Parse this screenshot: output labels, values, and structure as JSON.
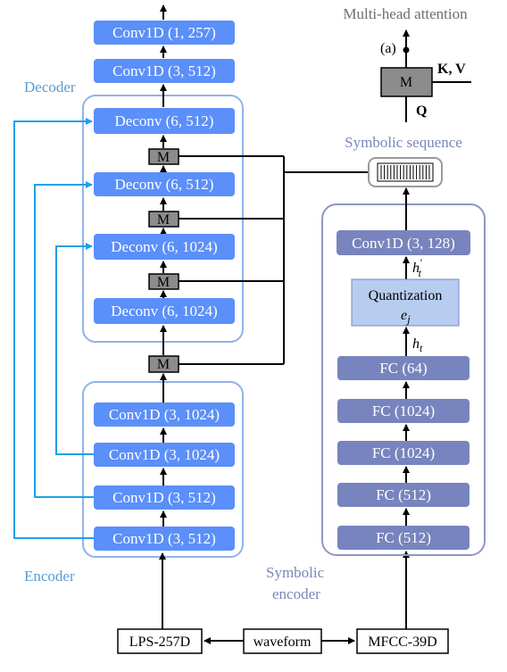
{
  "colors": {
    "layer_blue": "#5b8ff9",
    "group_outline_blue": "#8fb3e8",
    "skip_cyan": "#1fa0e8",
    "symbolic_layer": "#7884bd",
    "symbolic_outline": "#8f96c0",
    "quantization_fill": "#b7cdef",
    "mask_grey": "#8c8c8c",
    "title_grey": "#6e6e6e",
    "label_blue": "#5b9bd5",
    "label_slate": "#7a86b8"
  },
  "labels": {
    "multi_head_attention": "Multi-head attention",
    "decoder": "Decoder",
    "encoder": "Encoder",
    "symbolic_sequence": "Symbolic sequence",
    "symbolic_encoder_line1": "Symbolic",
    "symbolic_encoder_line2": "encoder"
  },
  "attention_legend": {
    "tag": "(a)",
    "block": "M",
    "kv": "K, V",
    "q": "Q"
  },
  "output_layers": {
    "top": "Conv1D (1, 257)",
    "second": "Conv1D (3, 512)"
  },
  "decoder_layers": [
    "Deconv (6, 512)",
    "Deconv (6, 512)",
    "Deconv (6, 1024)",
    "Deconv (6, 1024)"
  ],
  "encoder_layers": [
    "Conv1D (3, 1024)",
    "Conv1D (3, 1024)",
    "Conv1D (3, 512)",
    "Conv1D (3, 512)"
  ],
  "mask_label": "M",
  "symbolic_layers": {
    "top_conv": "Conv1D (3, 128)",
    "quantization": "Quantization",
    "codebook": "e",
    "codebook_sub": "j",
    "h_prime": "h",
    "h_prime_sup": "′",
    "h_prime_sub": "t",
    "h": "h",
    "h_sub": "t",
    "fc": [
      "FC (64)",
      "FC (1024)",
      "FC (1024)",
      "FC (512)",
      "FC (512)"
    ]
  },
  "inputs": {
    "lps": "LPS-257D",
    "waveform": "waveform",
    "mfcc": "MFCC-39D"
  }
}
